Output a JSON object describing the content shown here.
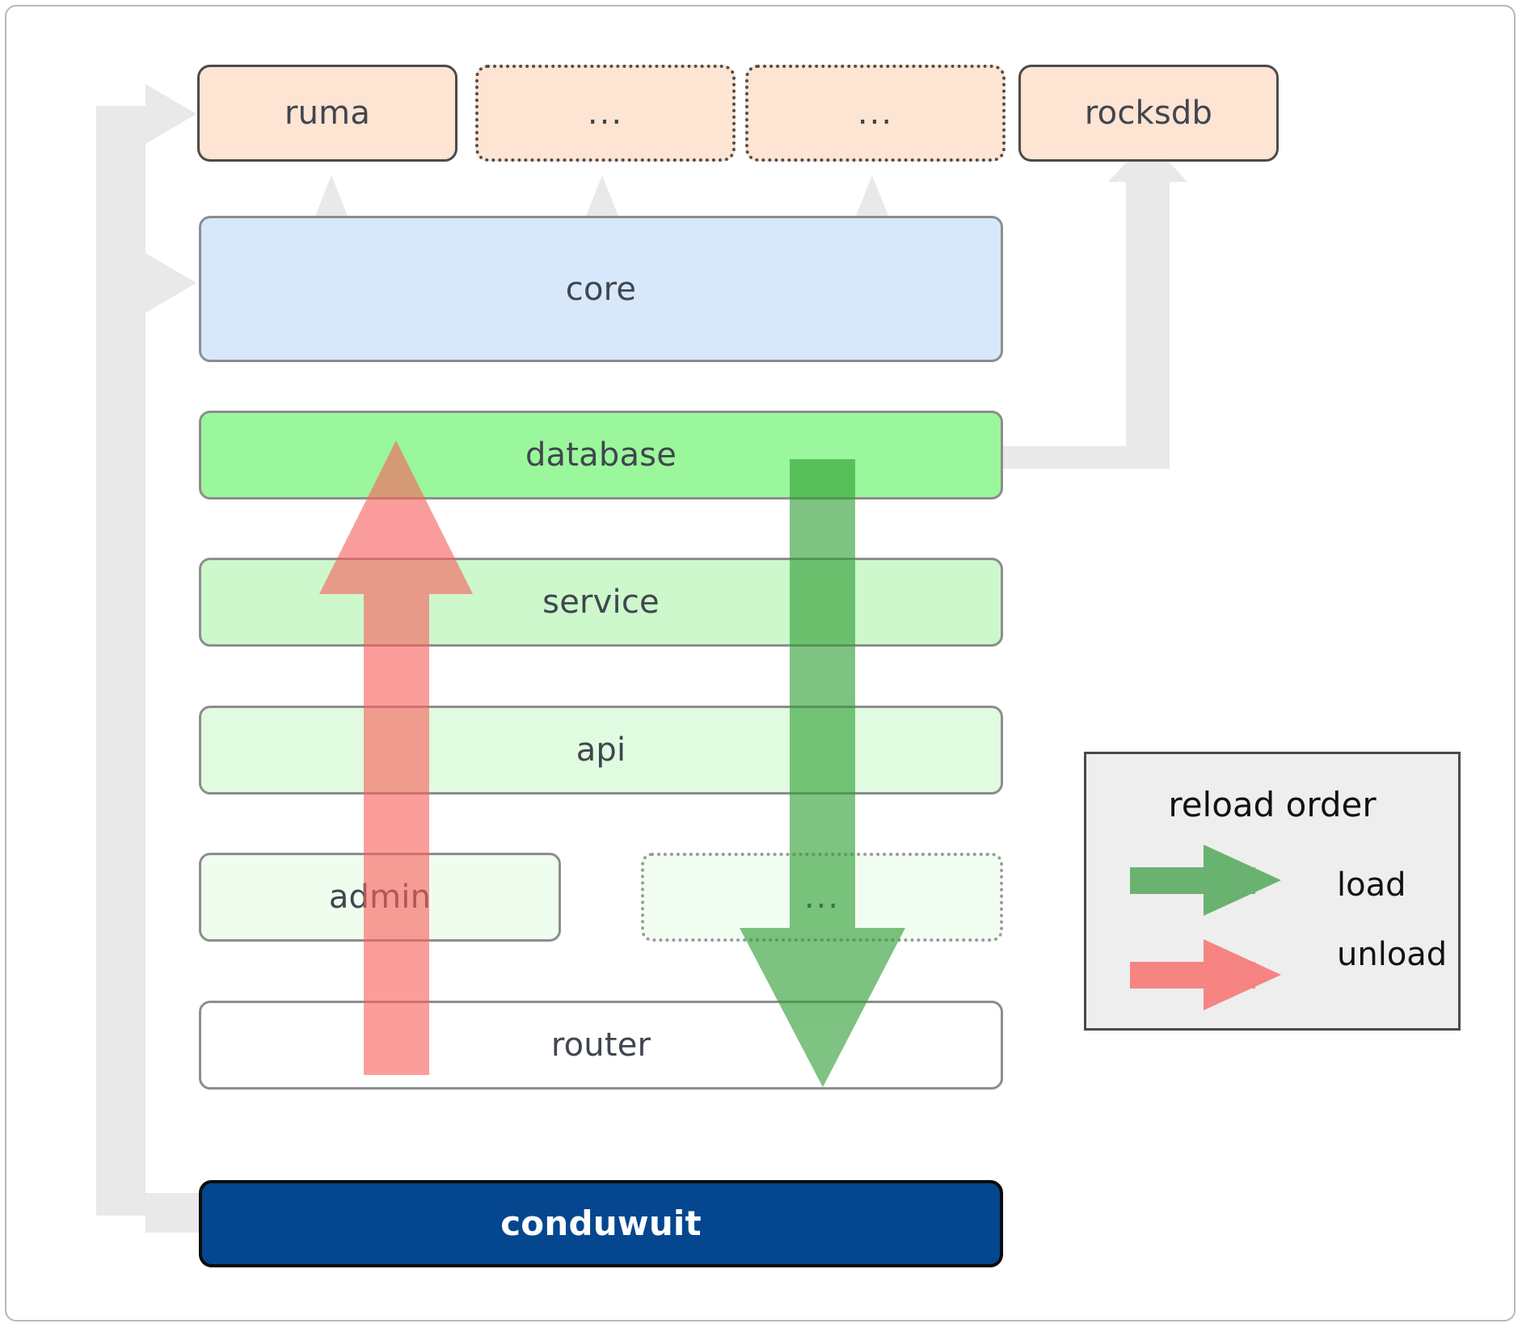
{
  "diagram": {
    "title": "conduwuit crate dependency / reload order diagram",
    "colors": {
      "dependency_fill": "#fde4d3",
      "dependency_border": "#4b4b4b",
      "core_fill": "#d7e8fb",
      "database_fill": "#9bf79b",
      "service_fill": "#ccf8cc",
      "api_fill": "#e0fbe0",
      "admin_fill": "#effdef",
      "router_fill": "#ffffff",
      "conduwuit_fill": "#04478f",
      "conduwuit_text": "#ffffff",
      "load_arrow": "#4caf50",
      "unload_arrow": "#f8827f",
      "connector_arrow": "#e9e9e9",
      "legend_bg": "#eeeeee",
      "legend_border": "#4a4a4a",
      "box_border": "#8d8d8d",
      "label_text": "#40464f"
    },
    "dependencies": [
      {
        "label": "ruma",
        "border": "solid"
      },
      {
        "label": "...",
        "border": "dotted"
      },
      {
        "label": "...",
        "border": "dotted"
      },
      {
        "label": "rocksdb",
        "border": "solid"
      }
    ],
    "core": {
      "label": "core"
    },
    "layers": [
      {
        "label": "database",
        "border": "solid"
      },
      {
        "label": "service",
        "border": "solid"
      },
      {
        "label": "api",
        "border": "solid"
      }
    ],
    "split_row": [
      {
        "label": "admin",
        "border": "solid"
      },
      {
        "label": "...",
        "border": "dotted"
      }
    ],
    "router": {
      "label": "router",
      "border": "solid"
    },
    "binary": {
      "label": "conduwuit"
    },
    "legend": {
      "title": "reload order",
      "entries": [
        {
          "label": "load",
          "color": "#4caf50"
        },
        {
          "label": "unload",
          "color": "#f8827f"
        }
      ]
    },
    "flows": {
      "load_direction": "downward",
      "unload_direction": "upward"
    }
  }
}
